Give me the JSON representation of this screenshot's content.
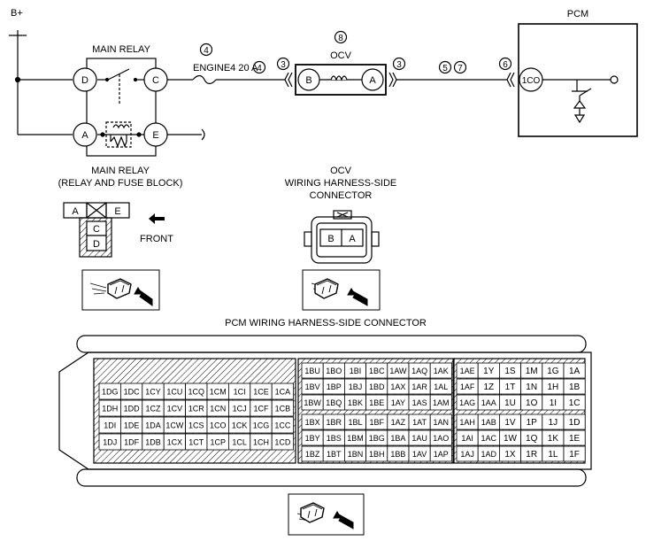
{
  "labels": {
    "bplus": "B+",
    "pcm": "PCM",
    "main_relay_title": "MAIN RELAY",
    "fuse_label": "ENGINE4 20 A",
    "ocv_title": "OCV",
    "main_relay_caption_1": "MAIN RELAY",
    "main_relay_caption_2": "(RELAY AND FUSE BLOCK)",
    "ocv_caption_1": "OCV",
    "ocv_caption_2": "WIRING HARNESS-SIDE",
    "ocv_caption_3": "CONNECTOR",
    "front": "FRONT",
    "pcm_connector_title": "PCM WIRING HARNESS-SIDE CONNECTOR"
  },
  "circles": {
    "c4a": "4",
    "c4b": "4",
    "c3a": "3",
    "c8": "8",
    "c3b": "3",
    "c5": "5",
    "c7": "7",
    "c6": "6"
  },
  "pins": {
    "relay_d": "D",
    "relay_c": "C",
    "relay_a": "A",
    "relay_e": "E",
    "ocv_b": "B",
    "ocv_a": "A",
    "pcm_1co": "1CO"
  },
  "relay_connector": {
    "a": "A",
    "e": "E",
    "c": "C",
    "d": "D"
  },
  "ocv_connector": {
    "b": "B",
    "a": "A"
  },
  "pcm_blocks": {
    "left": [
      [
        "1DG",
        "1DC",
        "1CY",
        "1CU",
        "1CQ",
        "1CM",
        "1CI",
        "1CE",
        "1CA"
      ],
      [
        "1DH",
        "1DD",
        "1CZ",
        "1CV",
        "1CR",
        "1CN",
        "1CJ",
        "1CF",
        "1CB"
      ],
      [
        "1DI",
        "1DE",
        "1DA",
        "1CW",
        "1CS",
        "1CO",
        "1CK",
        "1CG",
        "1CC"
      ],
      [
        "1DJ",
        "1DF",
        "1DB",
        "1CX",
        "1CT",
        "1CP",
        "1CL",
        "1CH",
        "1CD"
      ]
    ],
    "middle": [
      [
        "1BU",
        "1BO",
        "1BI",
        "1BC",
        "1AW",
        "1AQ",
        "1AK"
      ],
      [
        "1BV",
        "1BP",
        "1BJ",
        "1BD",
        "1AX",
        "1AR",
        "1AL"
      ],
      [
        "1BW",
        "1BQ",
        "1BK",
        "1BE",
        "1AY",
        "1AS",
        "1AM"
      ],
      [
        "1BX",
        "1BR",
        "1BL",
        "1BF",
        "1AZ",
        "1AT",
        "1AN"
      ],
      [
        "1BY",
        "1BS",
        "1BM",
        "1BG",
        "1BA",
        "1AU",
        "1AO"
      ],
      [
        "1BZ",
        "1BT",
        "1BN",
        "1BH",
        "1BB",
        "1AV",
        "1AP"
      ]
    ],
    "right": [
      [
        "1AE",
        "1Y",
        "1S",
        "1M",
        "1G",
        "1A"
      ],
      [
        "1AF",
        "1Z",
        "1T",
        "1N",
        "1H",
        "1B"
      ],
      [
        "1AG",
        "1AA",
        "1U",
        "1O",
        "1I",
        "1C"
      ],
      [
        "1AH",
        "1AB",
        "1V",
        "1P",
        "1J",
        "1D"
      ],
      [
        "1AI",
        "1AC",
        "1W",
        "1Q",
        "1K",
        "1E"
      ],
      [
        "1AJ",
        "1AD",
        "1X",
        "1R",
        "1L",
        "1F"
      ]
    ]
  }
}
